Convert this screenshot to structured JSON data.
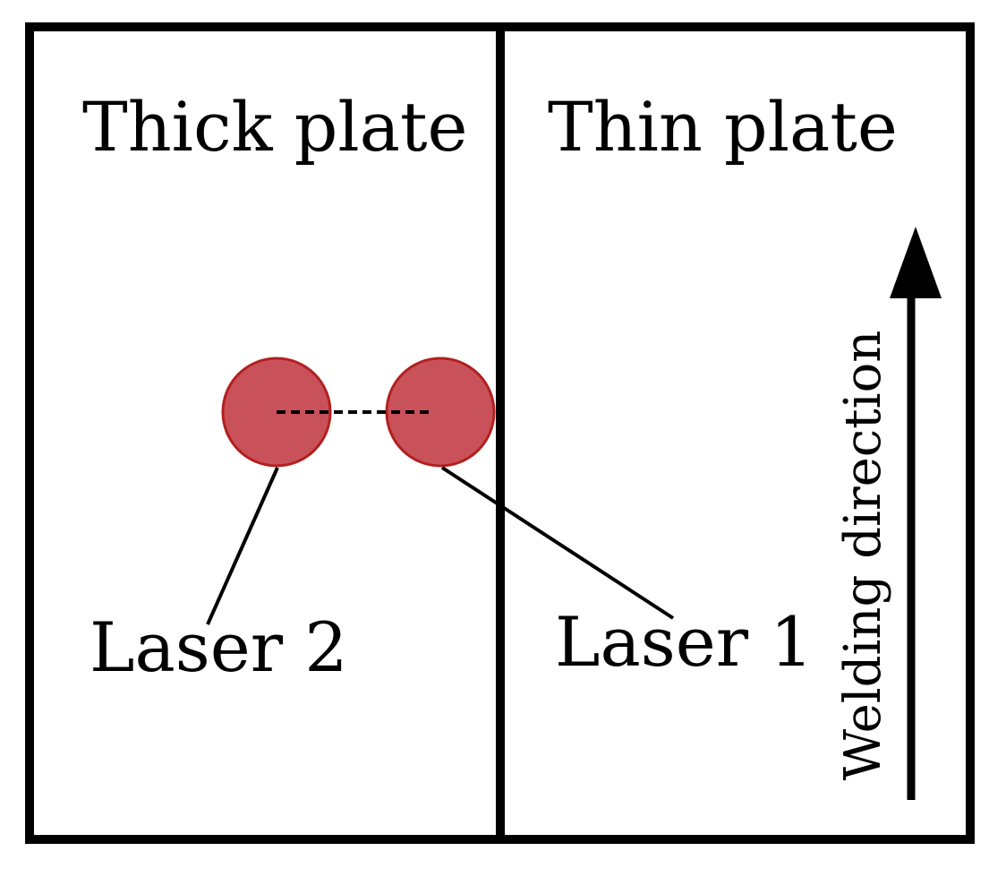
{
  "labels": {
    "left_plate": "Thick plate",
    "right_plate": "Thin plate",
    "laser_left": "Laser 2",
    "laser_right": "Laser 1",
    "direction": "Welding direction"
  },
  "colors": {
    "outline": "#000000",
    "laser_fill": "#c9525a",
    "laser_stroke": "#b22020",
    "background": "#ffffff"
  }
}
